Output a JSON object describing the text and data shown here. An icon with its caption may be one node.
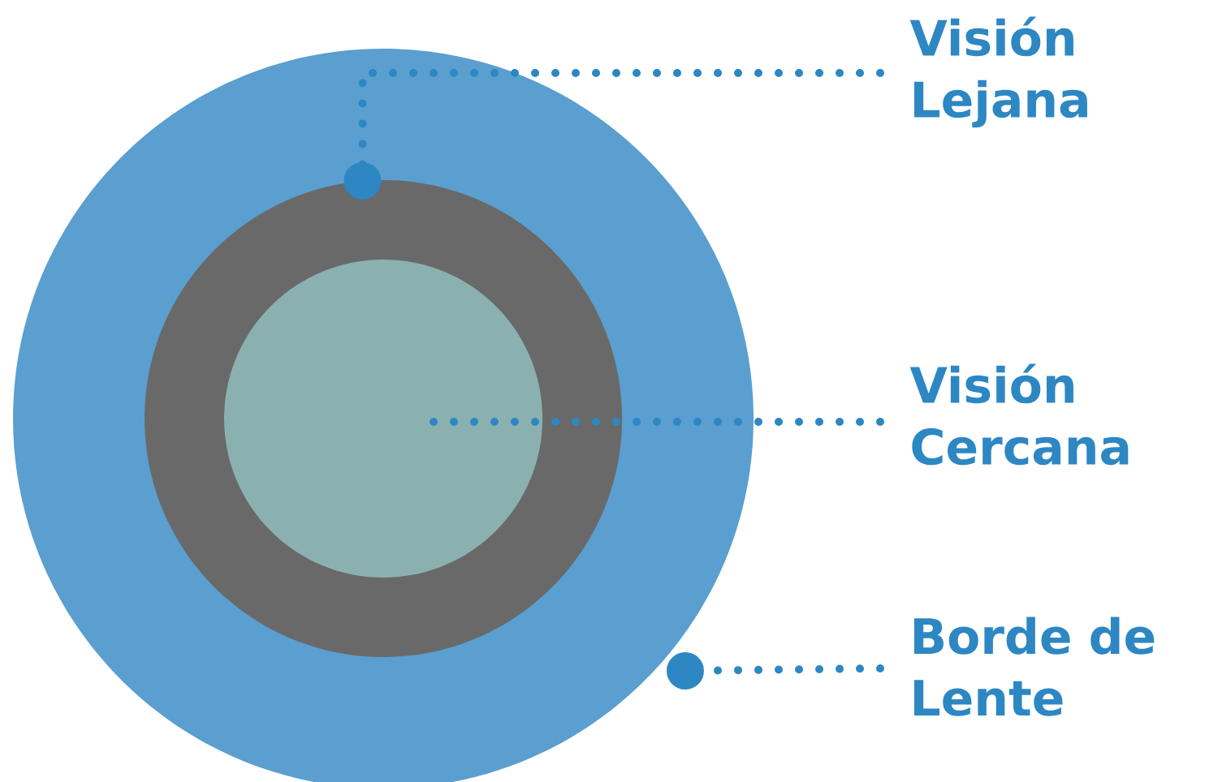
{
  "diagram": {
    "nodes": [
      {
        "text": [],
        "shape": "circle"
      },
      {
        "text": [],
        "shape": "circle",
        "in": 0
      },
      {
        "text": [],
        "shape": "circle",
        "in": 1
      },
      {
        "text": [
          "Visión Lejana"
        ]
      },
      {
        "text": [
          "Visión Cercana"
        ]
      },
      {
        "text": [
          "Borde de Lente"
        ]
      }
    ],
    "edges": [
      {
        "from": 3,
        "to": 0,
        "arrow": "other",
        "style": "dashed"
      },
      {
        "from": 4,
        "to": 2,
        "arrow": "none",
        "style": "dashed"
      },
      {
        "from": 5,
        "to": 0,
        "arrow": "other",
        "style": "dashed"
      }
    ]
  }
}
